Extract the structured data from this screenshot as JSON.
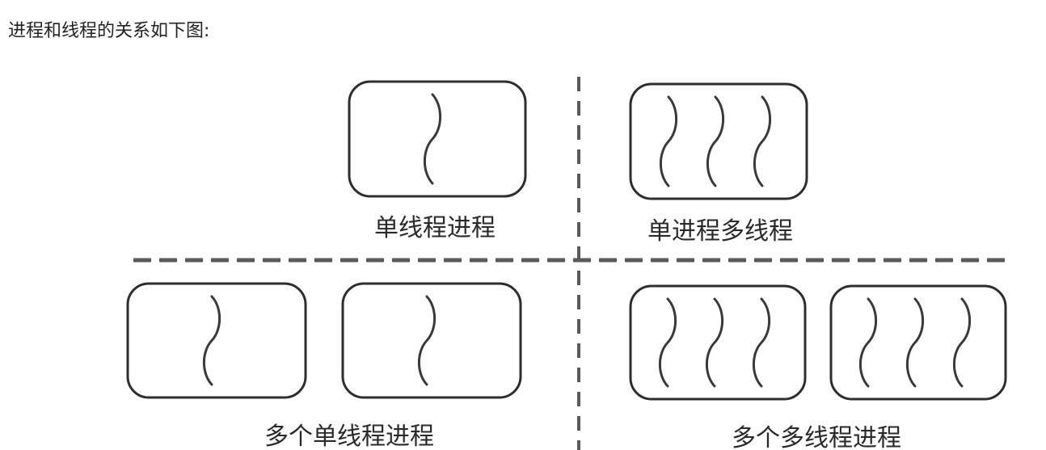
{
  "intro_text": "进程和线程的关系如下图:",
  "diagram": {
    "panels": [
      {
        "id": "single-thread-process",
        "caption": "单线程进程",
        "processes": [
          {
            "threads": 1
          }
        ]
      },
      {
        "id": "single-process-multi-thread",
        "caption": "单进程多线程",
        "processes": [
          {
            "threads": 3
          }
        ]
      },
      {
        "id": "multi-single-thread-processes",
        "caption": "多个单线程进程",
        "processes": [
          {
            "threads": 1
          },
          {
            "threads": 1
          }
        ]
      },
      {
        "id": "multi-multi-thread-processes",
        "caption": "多个多线程进程",
        "processes": [
          {
            "threads": 3
          },
          {
            "threads": 3
          }
        ]
      }
    ],
    "colors": {
      "box_stroke": "#2e2e2e",
      "thread_stroke": "#3a3a3a",
      "divider": "#5a5a5a"
    }
  }
}
